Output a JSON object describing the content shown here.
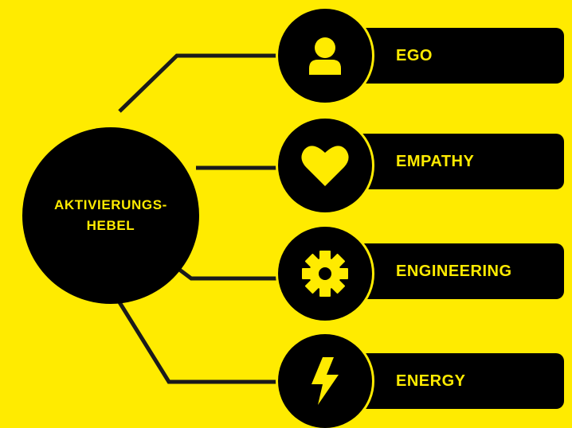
{
  "colors": {
    "background": "#FFEB00",
    "shape": "#000000",
    "text": "#FFEB00"
  },
  "hub": {
    "label": "AKTIVIERUNGS-\nHEBEL"
  },
  "branches": [
    {
      "icon": "person-icon",
      "label": "EGO"
    },
    {
      "icon": "heart-icon",
      "label": "EMPATHY"
    },
    {
      "icon": "gear-icon",
      "label": "ENGINEERING"
    },
    {
      "icon": "lightning-icon",
      "label": "ENERGY"
    }
  ]
}
